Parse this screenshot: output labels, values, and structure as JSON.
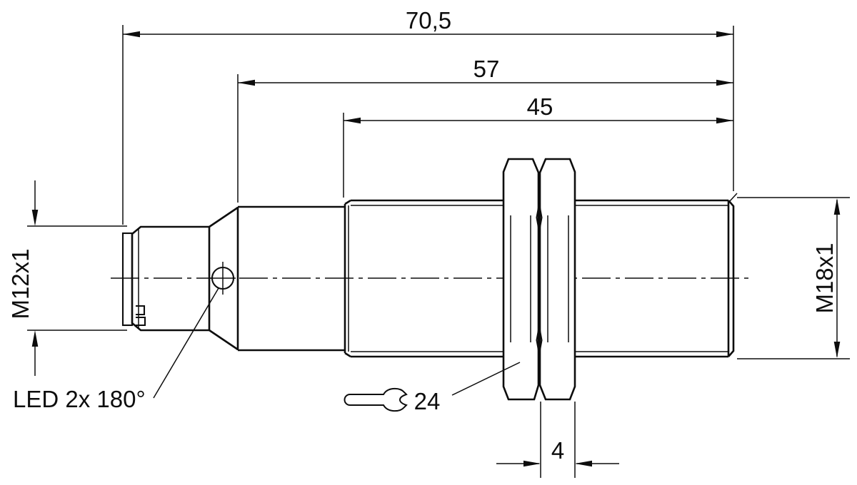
{
  "drawing": {
    "dimensions": {
      "overall_length": "70,5",
      "housing_length": "57",
      "thread_length": "45",
      "nut_thickness": "4",
      "connector_thread": "M12x1",
      "barrel_thread": "M18x1"
    },
    "annotations": {
      "led_note": "LED 2x 180°",
      "wrench_size": "24"
    }
  }
}
